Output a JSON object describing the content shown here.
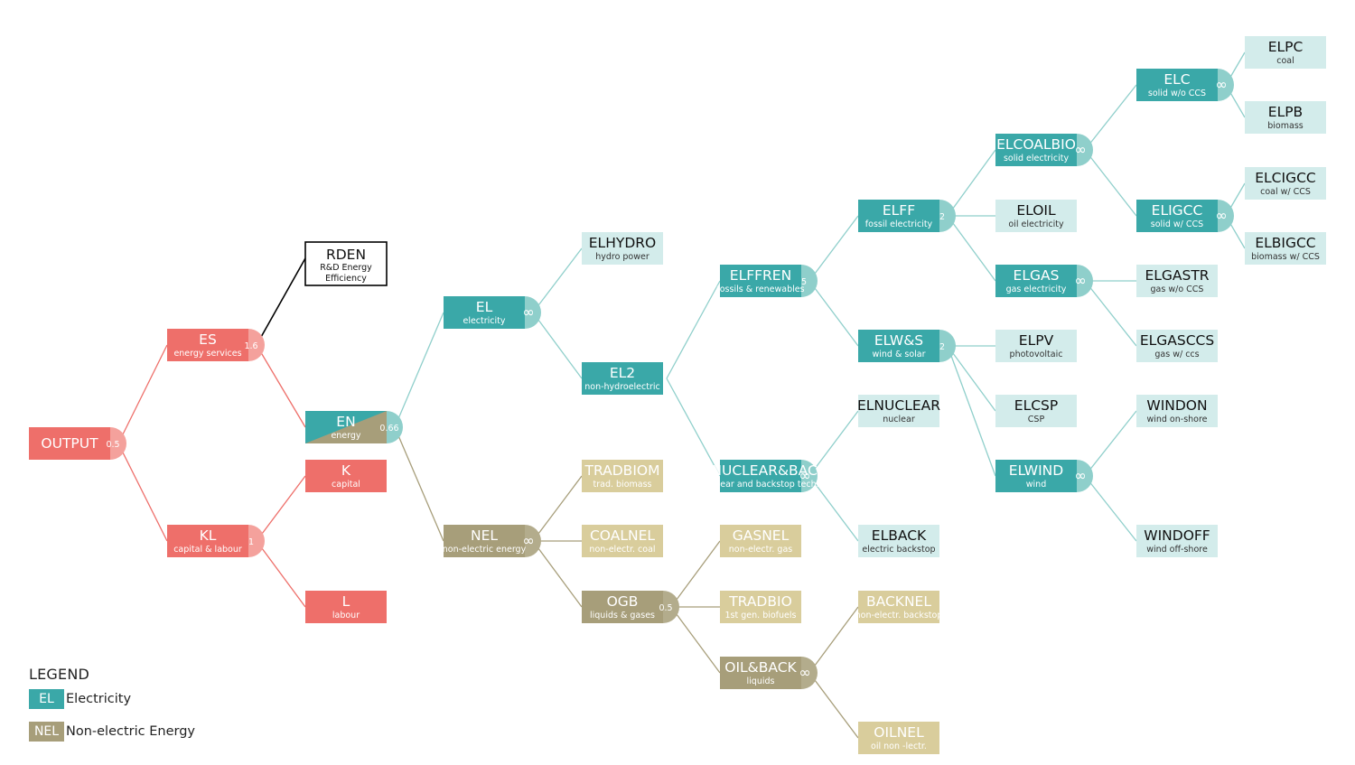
{
  "colors": {
    "electricity": "#3aa8a8",
    "electricity_light": "#d3eceb",
    "electricity_cap": "#8fcfcb",
    "non_electric": "#a79e7a",
    "non_electric_light": "#d9cd9c",
    "non_electric_cap": "#b3ac8c",
    "output": "#ee6f6a",
    "output_cap": "#f4a19c",
    "outline": "#000000",
    "line_el": "#8fcfcb",
    "line_nel": "#a79e7a",
    "line_out": "#ee6f6a",
    "dark_text": "#111111"
  },
  "nodes": [
    {
      "id": "OUTPUT",
      "sub": "",
      "coef": "0.5",
      "style": "output"
    },
    {
      "id": "ES",
      "sub": "energy services",
      "coef": "1.6",
      "style": "output"
    },
    {
      "id": "KL",
      "sub": "capital & labour",
      "coef": "1",
      "style": "output"
    },
    {
      "id": "RDEN",
      "sub": "R&D Energy Efficiency",
      "coef": "",
      "style": "outline"
    },
    {
      "id": "EN",
      "sub": "energy",
      "coef": "0.66",
      "style": "mixed"
    },
    {
      "id": "K",
      "sub": "capital",
      "coef": "",
      "style": "output"
    },
    {
      "id": "L",
      "sub": "labour",
      "coef": "",
      "style": "output"
    },
    {
      "id": "EL",
      "sub": "electricity",
      "coef": "∞",
      "style": "el"
    },
    {
      "id": "NEL",
      "sub": "non-electric energy",
      "coef": "∞",
      "style": "nel"
    },
    {
      "id": "ELHYDRO",
      "sub": "hydro power",
      "coef": "",
      "style": "el-light"
    },
    {
      "id": "EL2",
      "sub": "non-hydroelectric",
      "coef": "",
      "style": "el"
    },
    {
      "id": "TRADBIOM",
      "sub": "trad. biomass",
      "coef": "",
      "style": "nel-light"
    },
    {
      "id": "COALNEL",
      "sub": "non-electr. coal",
      "coef": "",
      "style": "nel-light"
    },
    {
      "id": "OGB",
      "sub": "liquids & gases",
      "coef": "0.5",
      "style": "nel"
    },
    {
      "id": "ELFFREN",
      "sub": "fossils & renewables",
      "coef": "5",
      "style": "el"
    },
    {
      "id": "ELNUCLEAR&BACK",
      "sub": "nuclear and backstop tech.",
      "coef": "∞",
      "style": "el"
    },
    {
      "id": "GASNEL",
      "sub": "non-electr. gas",
      "coef": "",
      "style": "nel-light"
    },
    {
      "id": "TRADBIO",
      "sub": "1st gen. biofuels",
      "coef": "",
      "style": "nel-light"
    },
    {
      "id": "OIL&BACK",
      "sub": "liquids",
      "coef": "∞",
      "style": "nel"
    },
    {
      "id": "ELFF",
      "sub": "fossil electricity",
      "coef": "2",
      "style": "el"
    },
    {
      "id": "ELW&S",
      "sub": "wind & solar",
      "coef": "2",
      "style": "el"
    },
    {
      "id": "ELNUCLEAR",
      "sub": "nuclear",
      "coef": "",
      "style": "el-light"
    },
    {
      "id": "ELBACK",
      "sub": "electric backstop",
      "coef": "",
      "style": "el-light"
    },
    {
      "id": "BACKNEL",
      "sub": "non-electr. backstop",
      "coef": "",
      "style": "nel-light"
    },
    {
      "id": "OILNEL",
      "sub": "oil non -lectr.",
      "coef": "",
      "style": "nel-light"
    },
    {
      "id": "ELCOALBIO",
      "sub": "solid electricity",
      "coef": "∞",
      "style": "el"
    },
    {
      "id": "ELOIL",
      "sub": "oil electricity",
      "coef": "",
      "style": "el-light"
    },
    {
      "id": "ELGAS",
      "sub": "gas electricity",
      "coef": "∞",
      "style": "el"
    },
    {
      "id": "ELPV",
      "sub": "photovoltaic",
      "coef": "",
      "style": "el-light"
    },
    {
      "id": "ELCSP",
      "sub": "CSP",
      "coef": "",
      "style": "el-light"
    },
    {
      "id": "ELWIND",
      "sub": "wind",
      "coef": "∞",
      "style": "el"
    },
    {
      "id": "ELC",
      "sub": "solid w/o CCS",
      "coef": "∞",
      "style": "el"
    },
    {
      "id": "ELIGCC",
      "sub": "solid w/ CCS",
      "coef": "∞",
      "style": "el"
    },
    {
      "id": "ELGASTR",
      "sub": "gas w/o CCS",
      "coef": "",
      "style": "el-light"
    },
    {
      "id": "ELGASCCS",
      "sub": "gas w/ ccs",
      "coef": "",
      "style": "el-light"
    },
    {
      "id": "WINDON",
      "sub": "wind on-shore",
      "coef": "",
      "style": "el-light"
    },
    {
      "id": "WINDOFF",
      "sub": "wind off-shore",
      "coef": "",
      "style": "el-light"
    },
    {
      "id": "ELPC",
      "sub": "coal",
      "coef": "",
      "style": "el-light"
    },
    {
      "id": "ELPB",
      "sub": "biomass",
      "coef": "",
      "style": "el-light"
    },
    {
      "id": "ELCIGCC",
      "sub": "coal w/ CCS",
      "coef": "",
      "style": "el-light"
    },
    {
      "id": "ELBIGCC",
      "sub": "biomass w/ CCS",
      "coef": "",
      "style": "el-light"
    }
  ],
  "edges": [
    {
      "from": "OUTPUT",
      "to": "ES",
      "kind": "out"
    },
    {
      "from": "OUTPUT",
      "to": "KL",
      "kind": "out"
    },
    {
      "from": "ES",
      "to": "RDEN",
      "kind": "black"
    },
    {
      "from": "ES",
      "to": "EN",
      "kind": "out"
    },
    {
      "from": "KL",
      "to": "K",
      "kind": "out"
    },
    {
      "from": "KL",
      "to": "L",
      "kind": "out"
    },
    {
      "from": "EN",
      "to": "EL",
      "kind": "el"
    },
    {
      "from": "EN",
      "to": "NEL",
      "kind": "nel"
    },
    {
      "from": "EL",
      "to": "ELHYDRO",
      "kind": "el"
    },
    {
      "from": "EL",
      "to": "EL2",
      "kind": "el"
    },
    {
      "from": "NEL",
      "to": "TRADBIOM",
      "kind": "nel"
    },
    {
      "from": "NEL",
      "to": "COALNEL",
      "kind": "nel"
    },
    {
      "from": "NEL",
      "to": "OGB",
      "kind": "nel"
    },
    {
      "from": "EL2",
      "to": "ELFFREN",
      "kind": "el"
    },
    {
      "from": "EL2",
      "to": "ELNUCLEAR&BACK",
      "kind": "el"
    },
    {
      "from": "OGB",
      "to": "GASNEL",
      "kind": "nel"
    },
    {
      "from": "OGB",
      "to": "TRADBIO",
      "kind": "nel"
    },
    {
      "from": "OGB",
      "to": "OIL&BACK",
      "kind": "nel"
    },
    {
      "from": "ELFFREN",
      "to": "ELFF",
      "kind": "el"
    },
    {
      "from": "ELFFREN",
      "to": "ELW&S",
      "kind": "el"
    },
    {
      "from": "ELNUCLEAR&BACK",
      "to": "ELNUCLEAR",
      "kind": "el"
    },
    {
      "from": "ELNUCLEAR&BACK",
      "to": "ELBACK",
      "kind": "el"
    },
    {
      "from": "OIL&BACK",
      "to": "BACKNEL",
      "kind": "nel"
    },
    {
      "from": "OIL&BACK",
      "to": "OILNEL",
      "kind": "nel"
    },
    {
      "from": "ELFF",
      "to": "ELCOALBIO",
      "kind": "el"
    },
    {
      "from": "ELFF",
      "to": "ELOIL",
      "kind": "el"
    },
    {
      "from": "ELFF",
      "to": "ELGAS",
      "kind": "el"
    },
    {
      "from": "ELW&S",
      "to": "ELPV",
      "kind": "el"
    },
    {
      "from": "ELW&S",
      "to": "ELCSP",
      "kind": "el"
    },
    {
      "from": "ELW&S",
      "to": "ELWIND",
      "kind": "el"
    },
    {
      "from": "ELCOALBIO",
      "to": "ELC",
      "kind": "el"
    },
    {
      "from": "ELCOALBIO",
      "to": "ELIGCC",
      "kind": "el"
    },
    {
      "from": "ELGAS",
      "to": "ELGASTR",
      "kind": "el"
    },
    {
      "from": "ELGAS",
      "to": "ELGASCCS",
      "kind": "el"
    },
    {
      "from": "ELWIND",
      "to": "WINDON",
      "kind": "el"
    },
    {
      "from": "ELWIND",
      "to": "WINDOFF",
      "kind": "el"
    },
    {
      "from": "ELC",
      "to": "ELPC",
      "kind": "el"
    },
    {
      "from": "ELC",
      "to": "ELPB",
      "kind": "el"
    },
    {
      "from": "ELIGCC",
      "to": "ELCIGCC",
      "kind": "el"
    },
    {
      "from": "ELIGCC",
      "to": "ELBIGCC",
      "kind": "el"
    }
  ],
  "legend": {
    "title": "LEGEND",
    "items": [
      {
        "code": "EL",
        "label": "Electricity",
        "style": "el"
      },
      {
        "code": "NEL",
        "label": "Non-electric Energy",
        "style": "nel"
      }
    ]
  }
}
